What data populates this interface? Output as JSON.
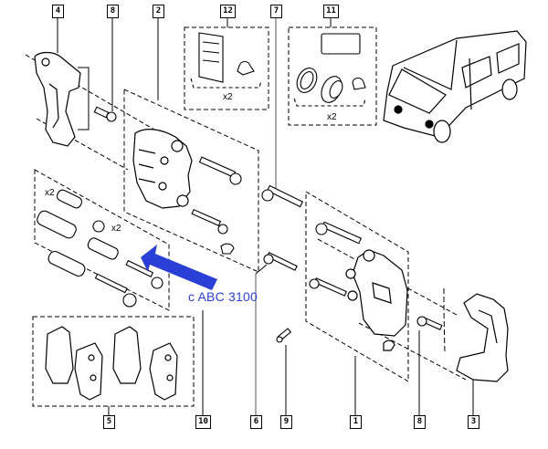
{
  "diagram": {
    "title": "Front brake caliper exploded parts diagram",
    "vehicle": "van-illustration",
    "annotation": {
      "text": "c ABC 3100",
      "color": "#2a3fd6",
      "arrow_color": "#2a3fd6"
    },
    "callouts": [
      {
        "id": "4",
        "part": "caliper-carrier-left"
      },
      {
        "id": "8",
        "part": "carrier-bolt-left"
      },
      {
        "id": "2",
        "part": "caliper-assembly-left"
      },
      {
        "id": "12",
        "part": "pad-clip-kit",
        "qty": "x2"
      },
      {
        "id": "7",
        "part": "guide-bolt-upper"
      },
      {
        "id": "11",
        "part": "piston-seal-kit",
        "qty": "x2"
      },
      {
        "id": "5",
        "part": "brake-pad-set"
      },
      {
        "id": "10",
        "part": "guide-pin-kit"
      },
      {
        "id": "6",
        "part": "guide-bolt-lower"
      },
      {
        "id": "9",
        "part": "bleed-screw"
      },
      {
        "id": "1",
        "part": "caliper-assembly-right"
      },
      {
        "id": "8",
        "part": "carrier-bolt-right"
      },
      {
        "id": "3",
        "part": "caliper-carrier-right"
      }
    ],
    "quantity_marks": {
      "clip_kit": "x2",
      "seal_kit": "x2",
      "guide_sleeve": "x2",
      "boot": "x2"
    },
    "line_color": "#000000",
    "background": "#ffffff"
  }
}
